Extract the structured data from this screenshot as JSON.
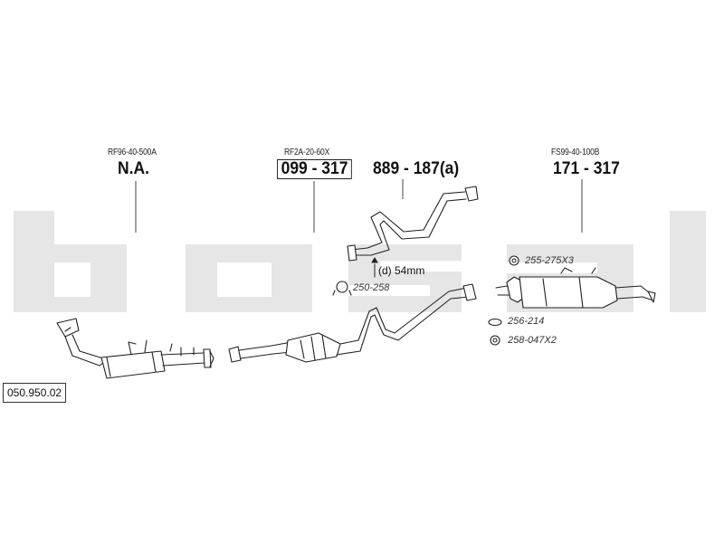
{
  "watermark": {
    "text": "bosal",
    "color": "#e6e6e6"
  },
  "diagram_number": "050.950.02",
  "parts": [
    {
      "oem": "RF96-40-500A",
      "number": "N.A.",
      "boxed": false
    },
    {
      "oem": "RF2A-20-60X",
      "number": "099 - 317",
      "boxed": true
    },
    {
      "oem": "",
      "number": "889 - 187(a)",
      "boxed": false
    },
    {
      "oem": "FS99-40-100B",
      "number": "171 - 317",
      "boxed": false
    }
  ],
  "dimension_note": "(d) 54mm",
  "accessories": [
    {
      "number": "255-275X3"
    },
    {
      "number": "250-258"
    },
    {
      "number": "256-214"
    },
    {
      "number": "258-047X2"
    }
  ]
}
